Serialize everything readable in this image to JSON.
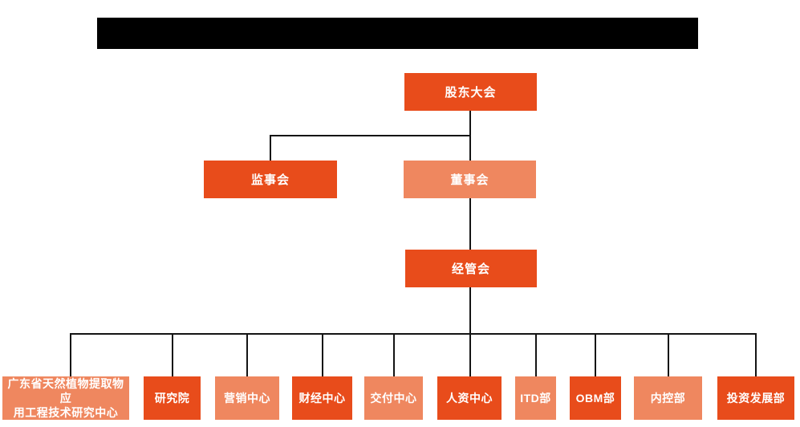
{
  "title_bar": {
    "redacted": true,
    "note_visible_text": ""
  },
  "colors": {
    "primary": "#E84C1B",
    "secondary": "#EF875F",
    "line": "#141414",
    "node_text": "#FFFFFF",
    "redaction": "#000000",
    "background": "#FFFFFF"
  },
  "org": {
    "type": "org-chart",
    "nodes": [
      {
        "id": "shareholders-meeting",
        "label": "股东大会",
        "level": 1,
        "variant": "primary",
        "reports_to": null
      },
      {
        "id": "supervisory-board",
        "label": "监事会",
        "level": 2,
        "variant": "primary",
        "reports_to": "shareholders-meeting"
      },
      {
        "id": "board-of-directors",
        "label": "董事会",
        "level": 2,
        "variant": "secondary",
        "reports_to": "shareholders-meeting"
      },
      {
        "id": "management-committee",
        "label": "经管会",
        "level": 3,
        "variant": "primary",
        "reports_to": "board-of-directors"
      },
      {
        "id": "guangdong-research-center",
        "label": "广东省天然植物提取物应\n用工程技术研究中心",
        "level": 4,
        "variant": "secondary",
        "reports_to": "management-committee"
      },
      {
        "id": "research-institute",
        "label": "研究院",
        "level": 4,
        "variant": "primary",
        "reports_to": "management-committee"
      },
      {
        "id": "marketing-center",
        "label": "营销中心",
        "level": 4,
        "variant": "secondary",
        "reports_to": "management-committee"
      },
      {
        "id": "finance-center",
        "label": "财经中心",
        "level": 4,
        "variant": "primary",
        "reports_to": "management-committee"
      },
      {
        "id": "delivery-center",
        "label": "交付中心",
        "level": 4,
        "variant": "secondary",
        "reports_to": "management-committee"
      },
      {
        "id": "hr-center",
        "label": "人资中心",
        "level": 4,
        "variant": "primary",
        "reports_to": "management-committee"
      },
      {
        "id": "itd-department",
        "label": "ITD部",
        "level": 4,
        "variant": "secondary",
        "reports_to": "management-committee"
      },
      {
        "id": "obm-department",
        "label": "OBM部",
        "level": 4,
        "variant": "primary",
        "reports_to": "management-committee"
      },
      {
        "id": "internal-control-department",
        "label": "内控部",
        "level": 4,
        "variant": "secondary",
        "reports_to": "management-committee"
      },
      {
        "id": "investment-development-department",
        "label": "投资发展部",
        "level": 4,
        "variant": "primary",
        "reports_to": "management-committee"
      }
    ]
  }
}
